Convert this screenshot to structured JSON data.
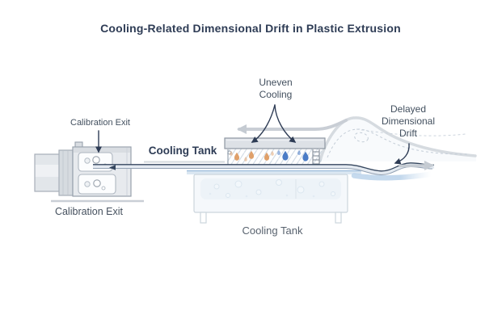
{
  "title": "Cooling-Related Dimensional Drift in Plastic Extrusion",
  "labels": {
    "calibration_exit_top": "Calibration Exit",
    "calibration_exit_bottom": "Calibration Exit",
    "cooling_tank_mid": "Cooling Tank",
    "cooling_tank_bottom": "Cooling Tank",
    "uneven_cooling": {
      "lines": [
        "Uneven",
        "Cooling"
      ]
    },
    "delayed_drift": {
      "lines": [
        "Delayed",
        "Dimensional",
        "Drift"
      ]
    }
  },
  "colors": {
    "title_text": "#2e3c55",
    "label_text": "#43505f",
    "muted_label_text": "#59636f",
    "annotation_arrow": "#2e3c55",
    "flow_arrow_gray": "#c5cbd2",
    "warm_droplet": "#dfa06a",
    "cool_droplet": "#4b7cc6",
    "machine_fill": "#e7eaee",
    "machine_stroke": "#98a1ac",
    "tank_fill": "#f5f8fb",
    "water_line": "#9dbcdc",
    "strand_line": "#35465e",
    "ghost_outline": "#d6dbe0",
    "hatch_line": "#c6d2de"
  }
}
